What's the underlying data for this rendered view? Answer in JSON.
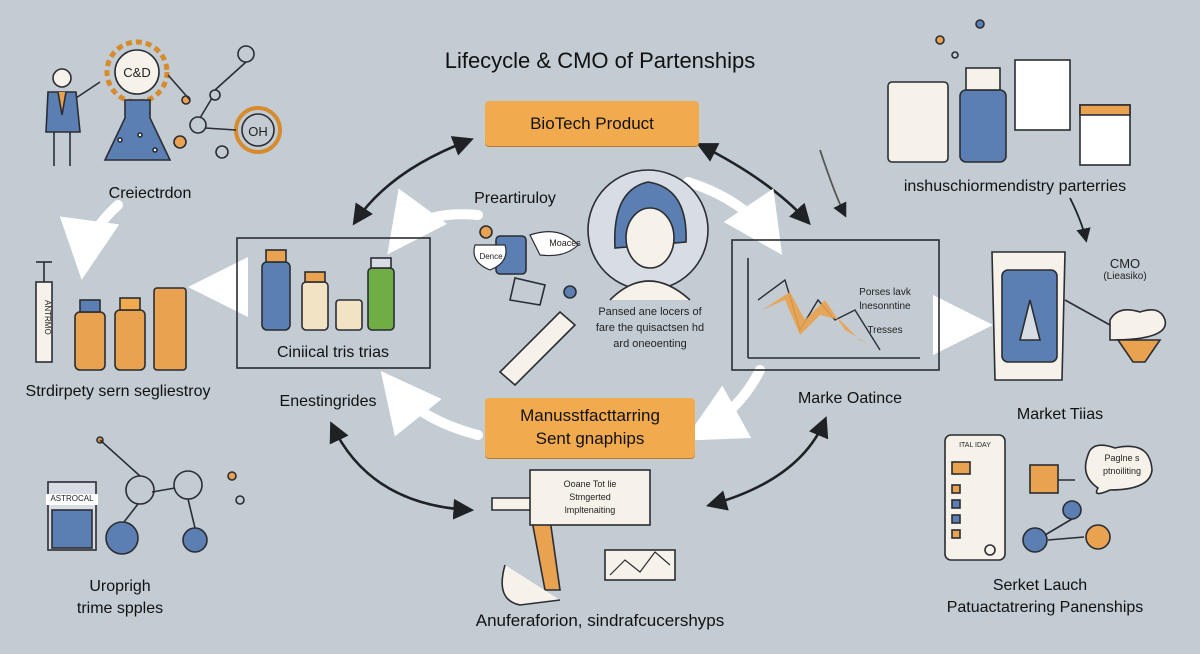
{
  "title": "Lifecycle & CMO of Partenships",
  "labels": {
    "biotech_product": "BioTech Product",
    "manufacturing_1": "Manusstfacttarring",
    "manufacturing_2": "Sent gnaphips",
    "crelectrdon": "Creiectrdon",
    "strdirpety": "Strdirpety sern segliestroy",
    "uroprigh_1": "Uroprigh",
    "uroprigh_2": "trime spples",
    "prearti": "Preartiruloy",
    "clinical": "Ciniical tris trias",
    "enesting": "Enestingrides",
    "marke_oatince": "Marke Oatince",
    "inshusch": "inshuschiormendistry parterries",
    "cmo": "CMO",
    "cmo_sub": "(Lieasiko)",
    "market_tiias": "Market Tiias",
    "serket_1": "Serket Lauch",
    "serket_2": "Patuactatrering Panenships",
    "bottom": "Anuferaforion, sindrafcucershyps",
    "note_line1": "Pansed ane locers of",
    "note_line2": "fare the quisactsen hd",
    "note_line3": "ard oneoenting",
    "c_and_d": "C&D",
    "oh": "OH",
    "graph_note1": "Porses lavk",
    "graph_note2": "lnesonntine",
    "graph_note3": "Tresses",
    "factory_note1": "Ooane Tot lie",
    "factory_note2": "Stmgerted",
    "factory_note3": "lmpltenaiting",
    "bubble1": "Paglne s",
    "bubble2": "ptnoiliting",
    "moaces": "Moaces",
    "dence": "Dence",
    "astrocal": "ASTROCAL",
    "antrmo": "ANTRMO",
    "tablet_header": "ITAL IDAY"
  },
  "colors": {
    "background": "#c3ccd3",
    "accent": "#f1aa4e",
    "blue": "#5b7fb2",
    "orange": "#e9a24f",
    "green": "#6fae45",
    "ink": "#2b2d33"
  }
}
